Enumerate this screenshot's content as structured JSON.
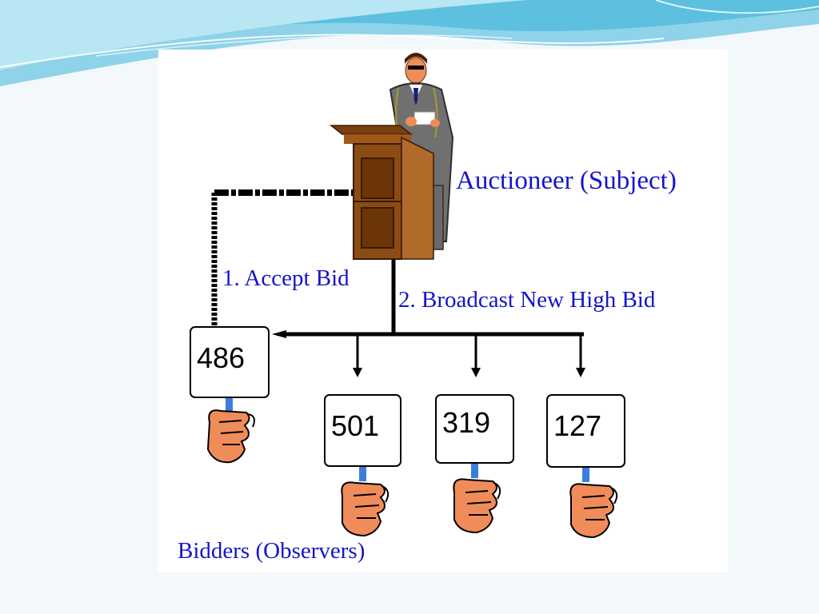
{
  "diagram": {
    "subject_label": "Auctioneer (Subject)",
    "accept_bid_label": "1. Accept Bid",
    "broadcast_label": "2. Broadcast New High Bid",
    "observers_label": "Bidders (Observers)",
    "bidders": [
      {
        "number": "486"
      },
      {
        "number": "501"
      },
      {
        "number": "319"
      },
      {
        "number": "127"
      }
    ]
  },
  "colors": {
    "label_text": "#1515c8",
    "skin": "#f08c5a",
    "paddle_stick": "#3b7ddd",
    "podium": "#8b4c14",
    "suit": "#707070",
    "header_wave": "#5cc0de"
  }
}
